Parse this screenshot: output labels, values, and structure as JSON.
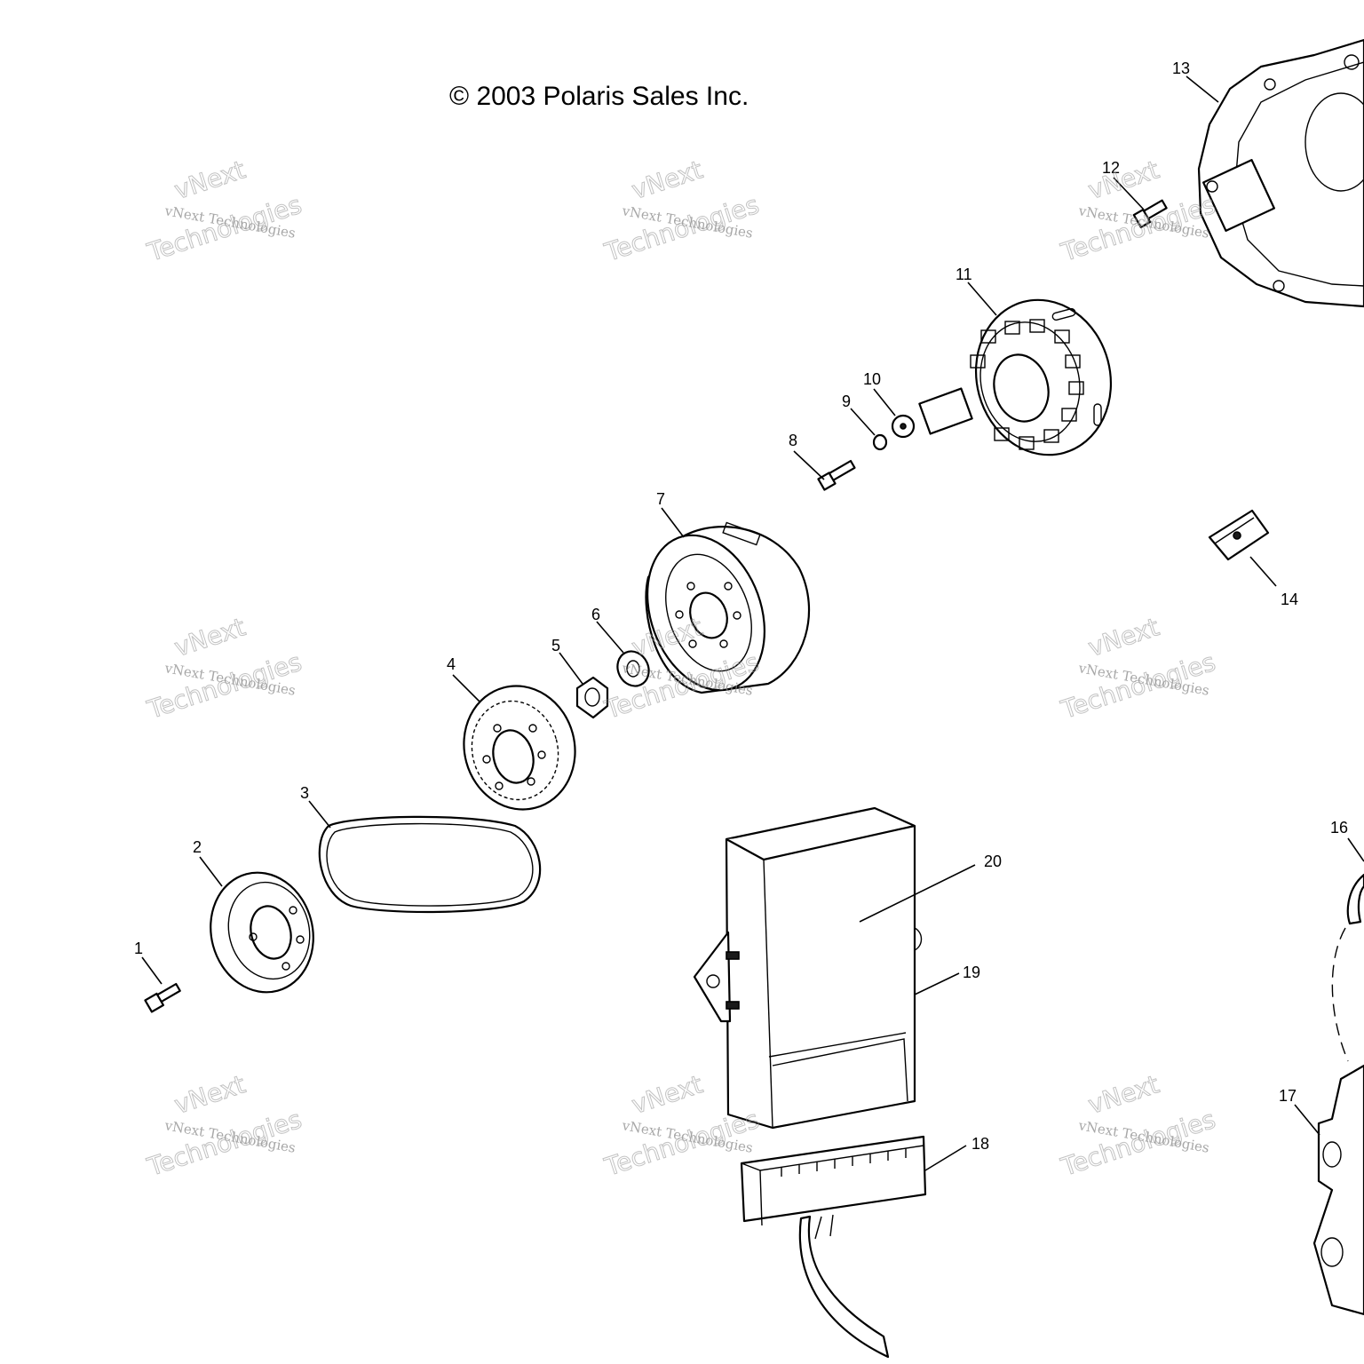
{
  "copyright": "© 2003 Polaris Sales Inc.",
  "watermark": {
    "line1": "vNext Technologies",
    "line2": "vNext",
    "line3": "Technologies"
  },
  "callouts": [
    "1",
    "2",
    "3",
    "4",
    "5",
    "6",
    "7",
    "8",
    "9",
    "10",
    "11",
    "12",
    "13",
    "14",
    "16",
    "17",
    "18",
    "19",
    "20"
  ]
}
